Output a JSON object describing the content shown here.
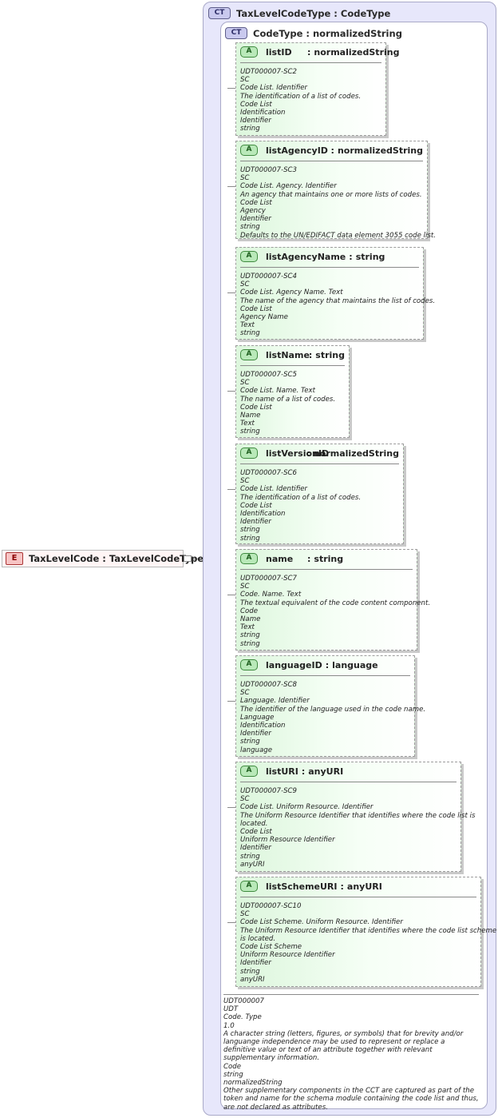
{
  "element": {
    "badge": "E",
    "name": "TaxLevelCode",
    "separator": ":",
    "type": "TaxLevelCodeType"
  },
  "outer_type": {
    "badge": "CT",
    "name": "TaxLevelCodeType",
    "separator": ":",
    "base": "CodeType"
  },
  "inner_type": {
    "badge": "CT",
    "name": "CodeType",
    "separator": ":",
    "base": "normalizedString"
  },
  "attributes": [
    {
      "badge": "A",
      "name": "listID",
      "separator": ":",
      "type": "normalizedString",
      "doc": [
        "UDT000007-SC2",
        "SC",
        "Code List. Identifier",
        "The identification of a list of codes.",
        "Code List",
        "Identification",
        "Identifier",
        "string"
      ]
    },
    {
      "badge": "A",
      "name": "listAgencyID",
      "separator": ":",
      "type": "normalizedString",
      "doc": [
        "UDT000007-SC3",
        "SC",
        "Code List. Agency. Identifier",
        "An agency that maintains one or more lists of codes.",
        "Code List",
        "Agency",
        "Identifier",
        "string",
        "Defaults to the UN/EDIFACT data element 3055 code list."
      ]
    },
    {
      "badge": "A",
      "name": "listAgencyName",
      "separator": ":",
      "type": "string",
      "doc": [
        "UDT000007-SC4",
        "SC",
        "Code List. Agency Name. Text",
        "The name of the agency that maintains the list of codes.",
        "Code List",
        "Agency Name",
        "Text",
        "string"
      ]
    },
    {
      "badge": "A",
      "name": "listName",
      "separator": ":",
      "type": "string",
      "doc": [
        "UDT000007-SC5",
        "SC",
        "Code List. Name. Text",
        "The name of a list of codes.",
        "Code List",
        "Name",
        "Text",
        "string"
      ]
    },
    {
      "badge": "A",
      "name": "listVersionID",
      "separator": ":",
      "type": "normalizedString",
      "doc": [
        "UDT000007-SC6",
        "SC",
        "Code List. Identifier",
        "The identification of a list of codes.",
        "Code List",
        "Identification",
        "Identifier",
        "string",
        "string"
      ]
    },
    {
      "badge": "A",
      "name": "name",
      "separator": ":",
      "type": "string",
      "doc": [
        "UDT000007-SC7",
        "SC",
        "Code. Name. Text",
        "The textual equivalent of the code content component.",
        "Code",
        "Name",
        "Text",
        "string",
        "string"
      ]
    },
    {
      "badge": "A",
      "name": "languageID",
      "separator": ":",
      "type": "language",
      "doc": [
        "UDT000007-SC8",
        "SC",
        "Language. Identifier",
        "The identifier of the language used in the code name.",
        "Language",
        "Identification",
        "Identifier",
        "string",
        "language"
      ]
    },
    {
      "badge": "A",
      "name": "listURI",
      "separator": ":",
      "type": "anyURI",
      "doc": [
        "UDT000007-SC9",
        "SC",
        "Code List. Uniform Resource. Identifier",
        "The Uniform Resource Identifier that identifies where the code list is",
        "located.",
        "Code List",
        "Uniform Resource Identifier",
        "Identifier",
        "string",
        "anyURI"
      ]
    },
    {
      "badge": "A",
      "name": "listSchemeURI",
      "separator": ":",
      "type": "anyURI",
      "doc": [
        "UDT000007-SC10",
        "SC",
        "Code List Scheme. Uniform Resource. Identifier",
        "The Uniform Resource Identifier that identifies where the code list scheme",
        "is located.",
        "Code List Scheme",
        "Uniform Resource Identifier",
        "Identifier",
        "string",
        "anyURI"
      ]
    }
  ],
  "type_doc": [
    "UDT000007",
    "UDT",
    "Code. Type",
    "1.0",
    "A character string (letters, figures, or symbols) that for brevity and/or languange independence may be used to represent or replace a definitive value or text of an attribute together with relevant supplementary information.",
    "Code",
    "string",
    "normalizedString",
    "Other supplementary components in the CCT are captured as part of the token and name for the schema module containing the code list and thus, are not declared as attributes."
  ]
}
